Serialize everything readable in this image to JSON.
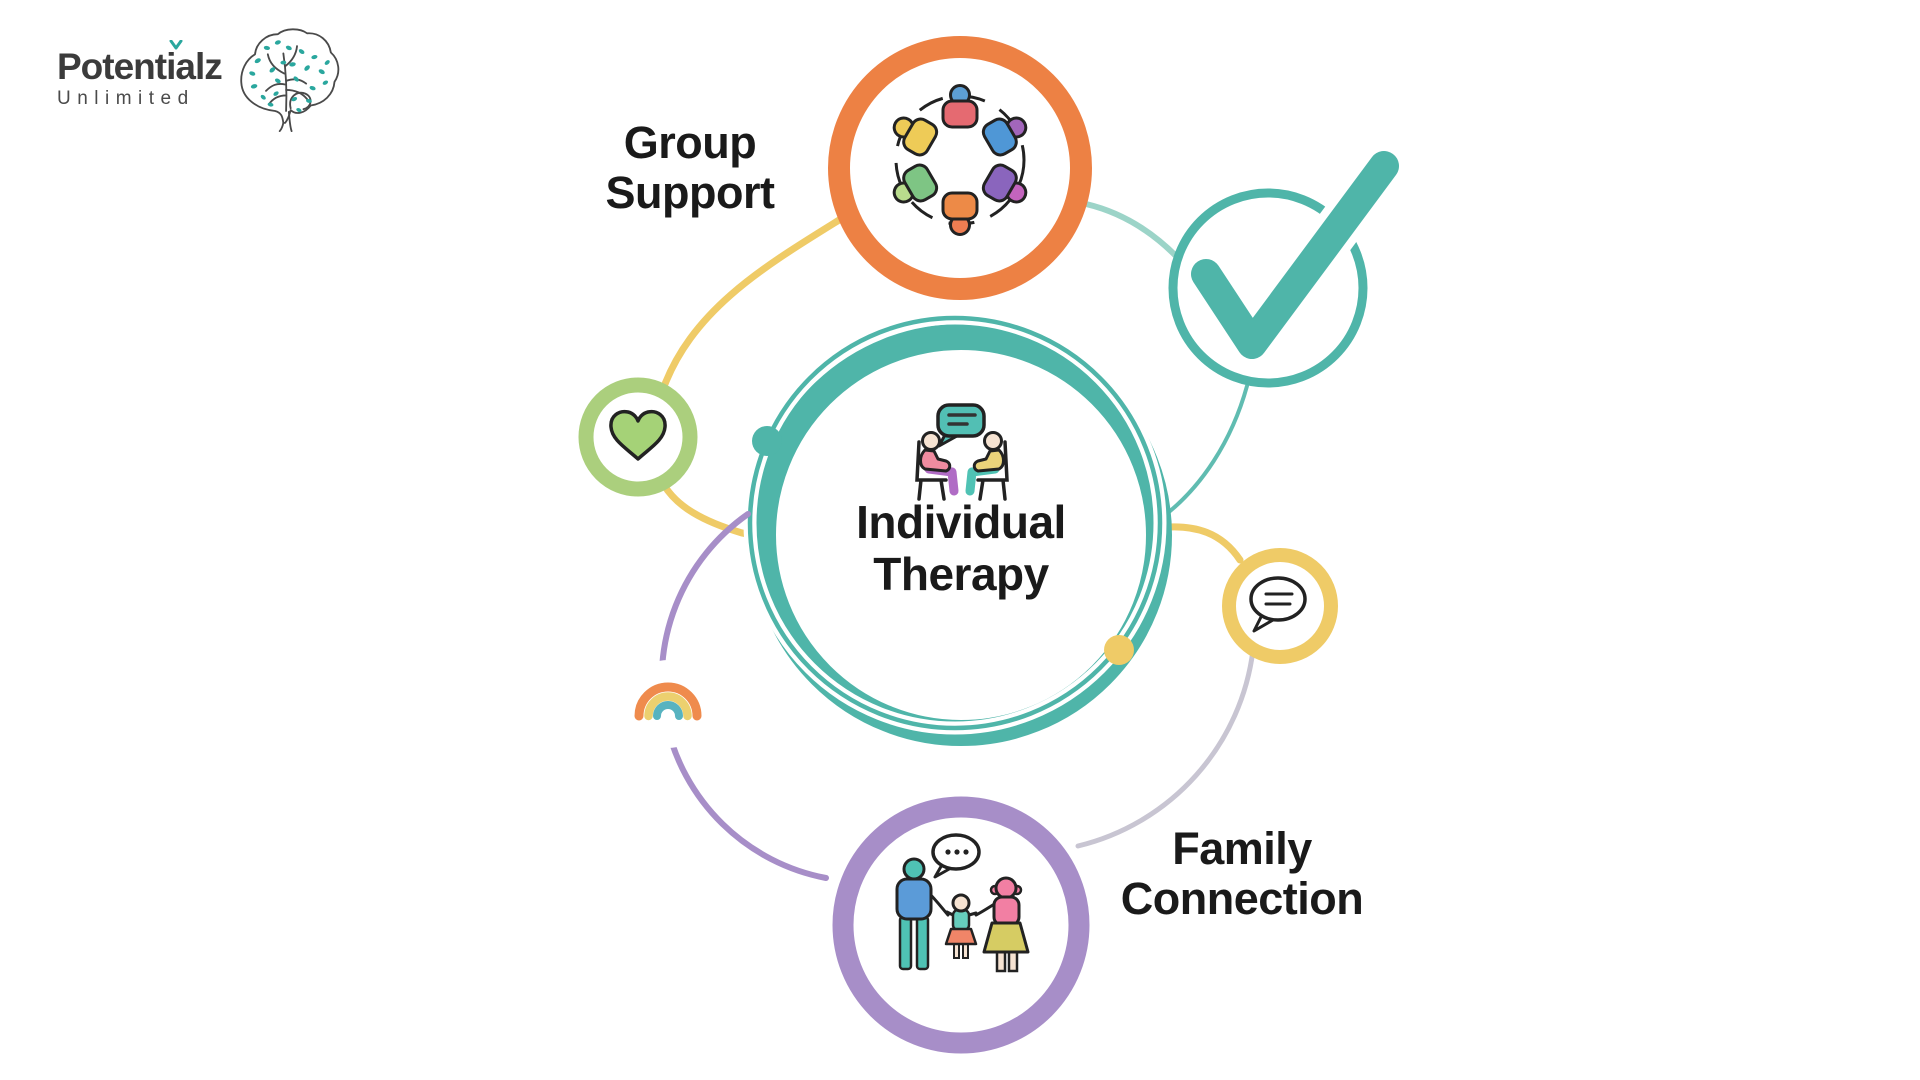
{
  "page": {
    "background": "#FFFFFF"
  },
  "logo": {
    "brand": "Potentialz",
    "subtitle": "Unlimited",
    "brain_icon": "brain-neural-leaves-icon",
    "accent_icon": "teal-sprout-accent"
  },
  "diagram": {
    "center": {
      "id": "individual-therapy",
      "label": "Individual\nTherapy",
      "icon": "two-people-talking-icon"
    },
    "nodes": [
      {
        "id": "group-support",
        "label": "Group\nSupport",
        "icon": "people-circle-icon",
        "ring_color": "#ED8144"
      },
      {
        "id": "checkmark",
        "label": "",
        "icon": "checkmark-icon",
        "ring_color": "#53B7AB"
      },
      {
        "id": "message",
        "label": "",
        "icon": "speech-bubble-icon",
        "ring_color": "#EFCB67"
      },
      {
        "id": "family-connection",
        "label": "Family\nConnection",
        "icon": "family-icon",
        "ring_color": "#A78EC8"
      },
      {
        "id": "heart",
        "label": "",
        "icon": "heart-icon",
        "ring_color": "#ABCF7D"
      },
      {
        "id": "rainbow",
        "label": "",
        "icon": "rainbow-icon",
        "ring_color": ""
      }
    ]
  },
  "colors": {
    "orange": "#ED8144",
    "teal": "#4FB5A9",
    "teal_light": "#9CD4C8",
    "yellow": "#EFCB67",
    "green": "#ABCF7D",
    "purple": "#A78EC8",
    "lavender_gray": "#C8C5D2",
    "ink": "#222222",
    "text": "#1A1A1A",
    "logo_text": "#3B3B3B",
    "logo_subtext": "#4A4A4A",
    "logo_teal": "#2AA79E",
    "heart_green": "#A5D277",
    "rainbow_orange": "#EF8B4D",
    "rainbow_yellow": "#ECD06F",
    "rainbow_teal": "#57B3C0",
    "skin": "#F6E3D2",
    "pink": "#F08CA0",
    "violet": "#B06CC5",
    "mustard": "#EAD37B",
    "bubble_teal": "#52BFB4",
    "shirt_blue": "#5B9BD8",
    "deep_teal": "#4FC2B4",
    "child_teal": "#66CDBD",
    "salmon": "#F08568",
    "olive": "#D6CC63",
    "mother_pink": "#F27FA3",
    "g_red": "#E56A71",
    "g_head_blue": "#5D9FD4",
    "g_blue": "#4F97D6",
    "g_head_purple": "#A266BB",
    "g_purple": "#8A65BD",
    "g_head_magenta": "#C364BD",
    "g_orange": "#ED8A47",
    "g_head_orange": "#EE7D52",
    "g_green": "#7EC584",
    "g_head_green": "#B9DC8D",
    "g_yellow": "#EECB57"
  }
}
